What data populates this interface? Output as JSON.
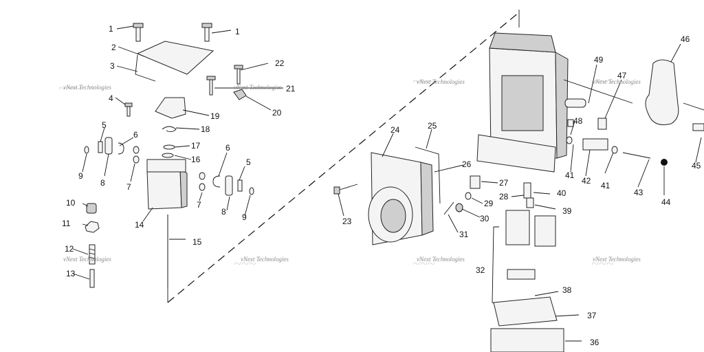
{
  "diagram": {
    "watermark_text": "vNext Technologies",
    "part_numbers": [
      "1",
      "1",
      "2",
      "3",
      "4",
      "5",
      "6",
      "9",
      "8",
      "7",
      "10",
      "11",
      "12",
      "13",
      "14",
      "15",
      "16",
      "17",
      "18",
      "19",
      "20",
      "21",
      "22",
      "6",
      "5",
      "7",
      "8",
      "9",
      "23",
      "24",
      "25",
      "26",
      "27",
      "28",
      "29",
      "30",
      "31",
      "32",
      "36",
      "37",
      "38",
      "39",
      "40",
      "41",
      "41",
      "42",
      "43",
      "44",
      "45",
      "46",
      "47",
      "48",
      "49"
    ]
  }
}
